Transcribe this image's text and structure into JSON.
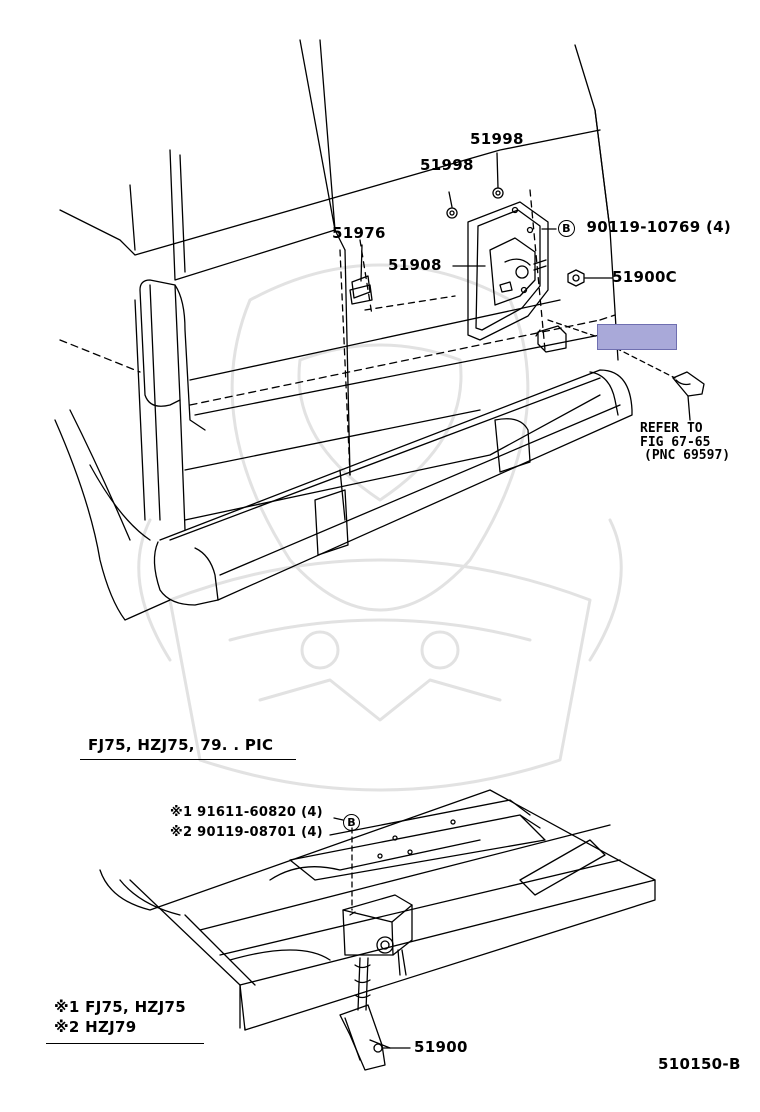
{
  "callouts": {
    "p51998_a": "51998",
    "p51998_b": "51998",
    "p51976": "51976",
    "p51908": "51908",
    "p90119_10769": "90119-10769 (4)",
    "p51900c": "51900C",
    "p51900": "51900",
    "bolt_symbol": "B",
    "bolt_symbol_lower": "B"
  },
  "reference": {
    "line1": "REFER TO",
    "line2": "FIG 67-65",
    "line3": "(PNC 69597)"
  },
  "section": {
    "title": "FJ75, HZJ75, 79. . PIC"
  },
  "lower_callouts": {
    "mark1_prefix": "※1",
    "mark1_part": "91611-60820 (4)",
    "mark2_prefix": "※2",
    "mark2_part": "90119-08701 (4)"
  },
  "legend": {
    "row1": "※1  FJ75, HZJ75",
    "row2": "※2  HZJ79"
  },
  "figure_number": "510150-B",
  "colors": {
    "highlight": "#a9a9d9",
    "line": "#000000",
    "watermark": "#e4e4e4"
  }
}
